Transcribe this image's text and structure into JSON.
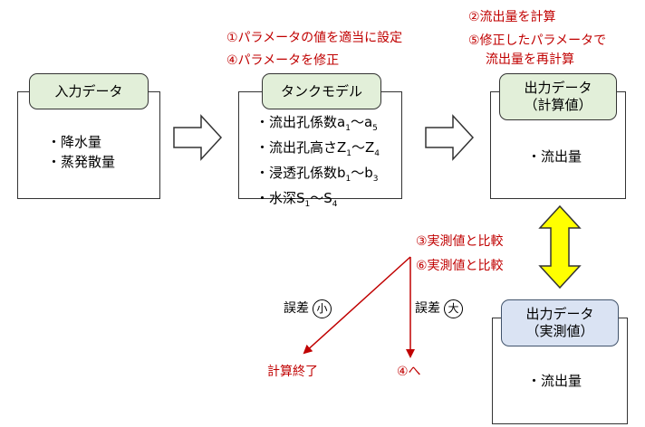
{
  "input_box": {
    "title": "入力データ",
    "items": [
      "・降水量",
      "・蒸発散量"
    ]
  },
  "tank_box": {
    "title": "タンクモデル",
    "items": [
      {
        "text": "・流出孔係数a",
        "sub1": "1",
        "mid": "～a",
        "sub2": "5"
      },
      {
        "text": "・流出孔高さZ",
        "sub1": "1",
        "mid": "～Z",
        "sub2": "4"
      },
      {
        "text": "・浸透孔係数b",
        "sub1": "1",
        "mid": "～b",
        "sub2": "3"
      },
      {
        "text": "・水深S",
        "sub1": "1",
        "mid": "～S",
        "sub2": "4"
      }
    ]
  },
  "output_calc_box": {
    "title": "出力データ",
    "title2": "（計算値）",
    "items": [
      "・流出量"
    ]
  },
  "output_obs_box": {
    "title": "出力データ",
    "title2": "（実測値）",
    "items": [
      "・流出量"
    ]
  },
  "steps": {
    "s1": "①パラメータの値を適当に設定",
    "s4": "④パラメータを修正",
    "s2": "②流出量を計算",
    "s5a": "⑤修正したパラメータで",
    "s5b": "流出量を再計算",
    "s3": "③実測値と比較",
    "s6": "⑥実測値と比較"
  },
  "error_small": {
    "label": "誤差",
    "mark": "小"
  },
  "error_large": {
    "label": "誤差",
    "mark": "大"
  },
  "end_calc": "計算終了",
  "goto_4": "④へ",
  "colors": {
    "step_text": "#c00000",
    "compare_arrow": "#ffff00",
    "tag_green": "#e2efd9",
    "tag_blue": "#dae3f3"
  }
}
